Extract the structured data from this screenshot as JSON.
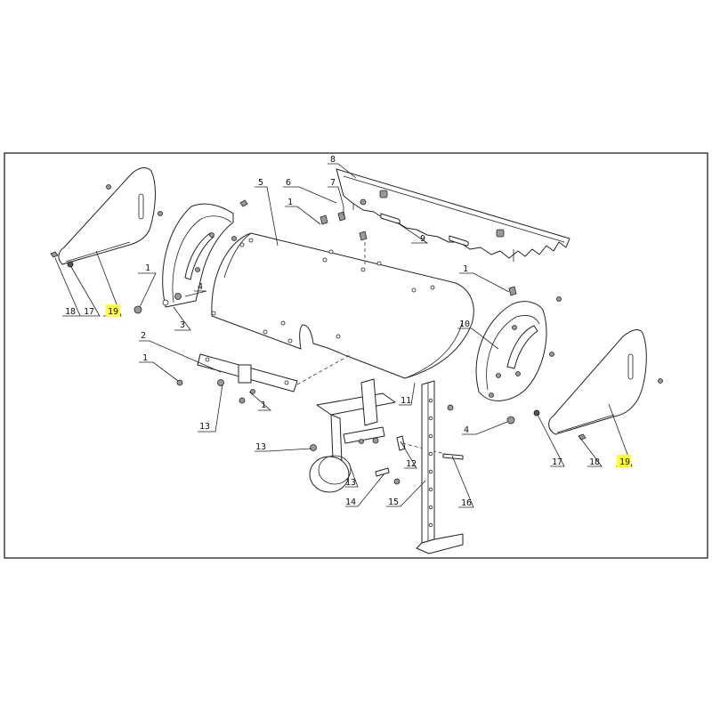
{
  "callouts": [
    {
      "id": "c1a",
      "label": "1"
    },
    {
      "id": "c1b",
      "label": "1"
    },
    {
      "id": "c1c",
      "label": "1"
    },
    {
      "id": "c1d",
      "label": "1"
    },
    {
      "id": "c1e",
      "label": "1"
    },
    {
      "id": "c2",
      "label": "2"
    },
    {
      "id": "c3",
      "label": "3"
    },
    {
      "id": "c4a",
      "label": "4"
    },
    {
      "id": "c4b",
      "label": "4"
    },
    {
      "id": "c5",
      "label": "5"
    },
    {
      "id": "c6",
      "label": "6"
    },
    {
      "id": "c7",
      "label": "7"
    },
    {
      "id": "c8",
      "label": "8"
    },
    {
      "id": "c9",
      "label": "9"
    },
    {
      "id": "c10",
      "label": "10"
    },
    {
      "id": "c11",
      "label": "11"
    },
    {
      "id": "c12",
      "label": "12"
    },
    {
      "id": "c13a",
      "label": "13"
    },
    {
      "id": "c13b",
      "label": "13"
    },
    {
      "id": "c13c",
      "label": "13"
    },
    {
      "id": "c14",
      "label": "14"
    },
    {
      "id": "c15",
      "label": "15"
    },
    {
      "id": "c16",
      "label": "16"
    },
    {
      "id": "c17a",
      "label": "17"
    },
    {
      "id": "c17b",
      "label": "17"
    },
    {
      "id": "c18a",
      "label": "18"
    },
    {
      "id": "c18b",
      "label": "18"
    },
    {
      "id": "c19a",
      "label": "19",
      "highlight": true
    },
    {
      "id": "c19b",
      "label": "19",
      "highlight": true
    }
  ],
  "colors": {
    "highlight": "#ffff33",
    "line": "#222222",
    "fastener": "#9a9a9a"
  }
}
